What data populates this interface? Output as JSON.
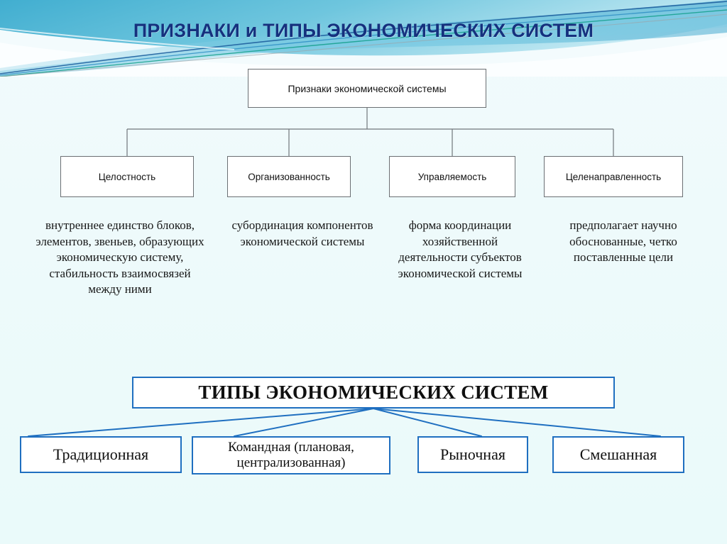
{
  "slide": {
    "title": "ПРИЗНАКИ и ТИПЫ ЭКОНОМИЧЕСКИХ СИСТЕМ",
    "background_color": "#eefafb",
    "title_color": "#15317e",
    "accent_blue": "#1f6fc0",
    "header_cyan": "#4fb8d8",
    "header_teal": "#14a08c",
    "header_navy": "#1f5f9e"
  },
  "features_tree": {
    "root_label": "Признаки экономической системы",
    "nodes": [
      {
        "label": "Целостность",
        "description": "внутреннее единство блоков, элементов, звеньев, образующих экономическую систему, стабильность взаимосвязей между ними"
      },
      {
        "label": "Организованность",
        "description": "субординация компонентов экономической системы"
      },
      {
        "label": "Управляемость",
        "description": "форма координации хозяйственной деятельности субъектов экономической системы"
      },
      {
        "label": "Целенаправленность",
        "description": "предполагает научно обоснованные, четко поставленные цели"
      }
    ]
  },
  "types_tree": {
    "root_label": "ТИПЫ ЭКОНОМИЧЕСКИХ СИСТЕМ",
    "nodes": [
      {
        "label": "Традиционная"
      },
      {
        "label": "Командная (плановая, централизованная)"
      },
      {
        "label": "Рыночная"
      },
      {
        "label": "Смешанная"
      }
    ]
  }
}
